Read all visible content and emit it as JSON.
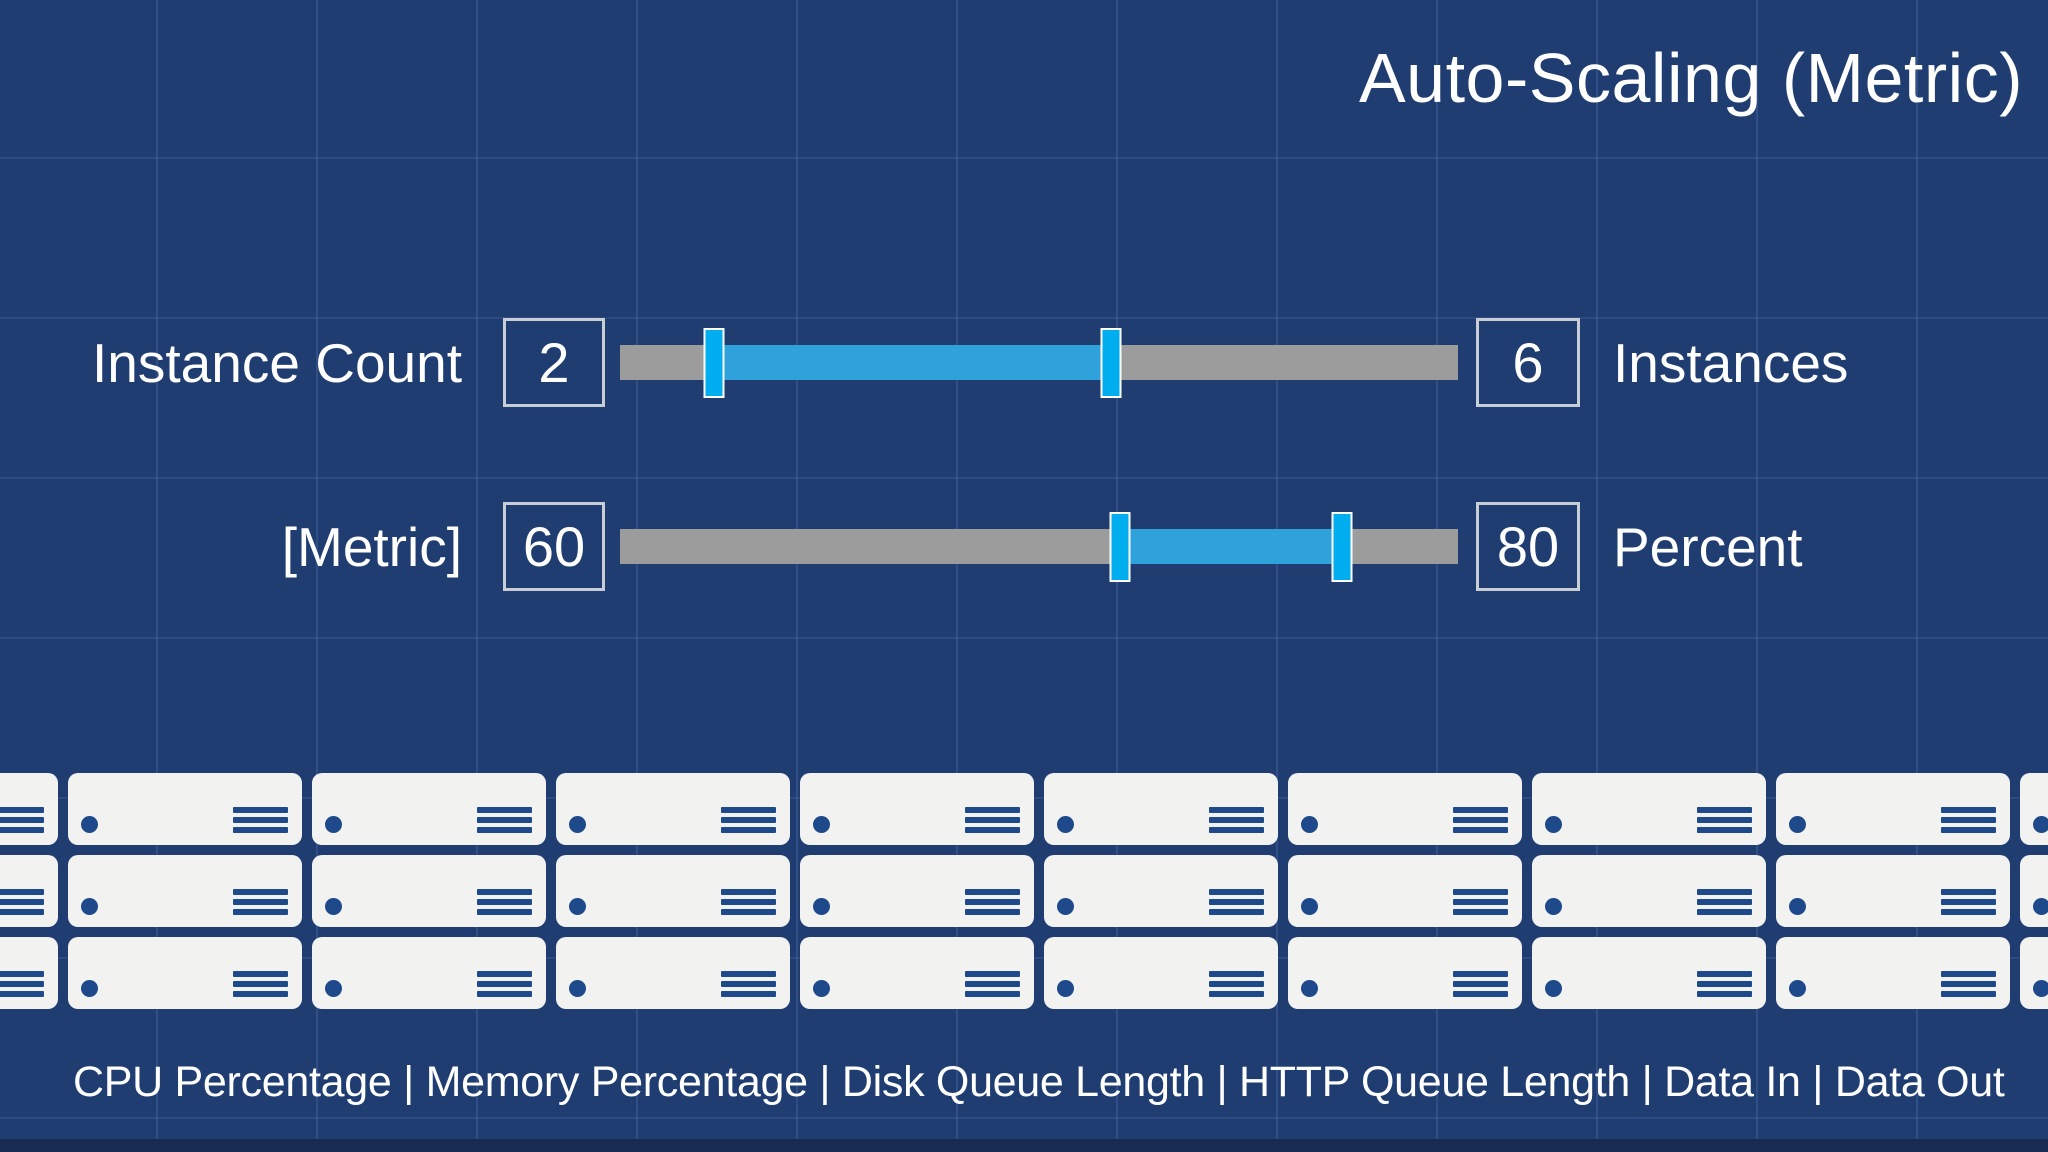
{
  "title": "Auto-Scaling (Metric)",
  "colors": {
    "background": "#203D72",
    "accent_cyan": "#00AEEF",
    "range_fill": "#2FA2DC",
    "track_gray": "#9C9C9C",
    "box_border": "#C9CED6",
    "server_fill": "#F2F2F0",
    "server_glyph": "#1E4A8C",
    "footer_strip": "#182B52",
    "text": "#FFFFFF"
  },
  "sliders": [
    {
      "label": "Instance Count",
      "min_value": "2",
      "max_value": "6",
      "unit": "Instances",
      "range_start_pct": 11.2,
      "range_end_pct": 58.6
    },
    {
      "label": "[Metric]",
      "min_value": "60",
      "max_value": "80",
      "unit": "Percent",
      "range_start_pct": 59.7,
      "range_end_pct": 86.2
    }
  ],
  "servers": {
    "rows": 3,
    "columns": 10
  },
  "footer": {
    "metrics_list": "CPU Percentage | Memory Percentage | Disk Queue Length | HTTP Queue Length | Data In | Data Out"
  }
}
